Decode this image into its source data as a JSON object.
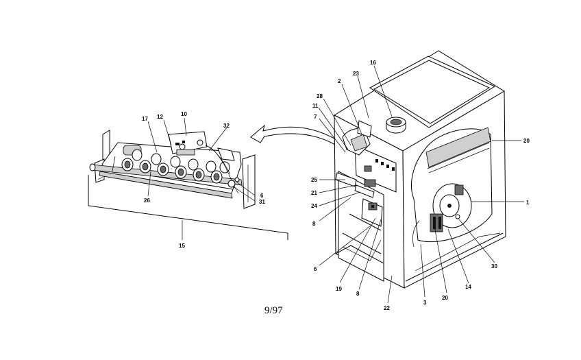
{
  "callouts": {
    "c1": "1",
    "c2": "2",
    "c3": "3",
    "c6a": "6",
    "c6b": "6",
    "c7": "7",
    "c8a": "8",
    "c8b": "8",
    "c10": "10",
    "c11": "11",
    "c12": "12",
    "c14": "14",
    "c15": "15",
    "c16": "16",
    "c17": "17",
    "c19": "19",
    "c20a": "20",
    "c20b": "20",
    "c21": "21",
    "c22": "22",
    "c23": "23",
    "c24": "24",
    "c25": "25",
    "c26": "26",
    "c28": "28",
    "c30": "30",
    "c31": "31",
    "c32": "32"
  },
  "date_code": "9/97"
}
